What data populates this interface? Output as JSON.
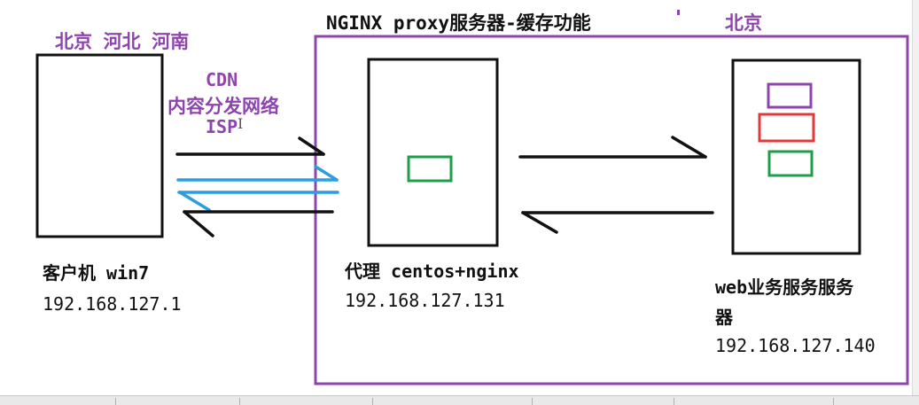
{
  "top_title": "NGINX  proxy服务器-缓存功能",
  "top_region": "北京",
  "client_regions": "北京 河北 河南",
  "cdn_label": {
    "line1": "CDN",
    "line2": "内容分发网络",
    "line3": "ISP"
  },
  "client": {
    "name": "客户机 win7",
    "ip": "192.168.127.1"
  },
  "proxy": {
    "name": "代理 centos+nginx",
    "ip": "192.168.127.131"
  },
  "web_server": {
    "name_line1": "web业务服务服务",
    "name_line2": "器",
    "ip": "192.168.127.140"
  },
  "colors": {
    "purple": "#8e44ad",
    "black": "#111111",
    "blue": "#2b9de0",
    "green": "#1f9e4a",
    "red": "#e23a3a"
  }
}
